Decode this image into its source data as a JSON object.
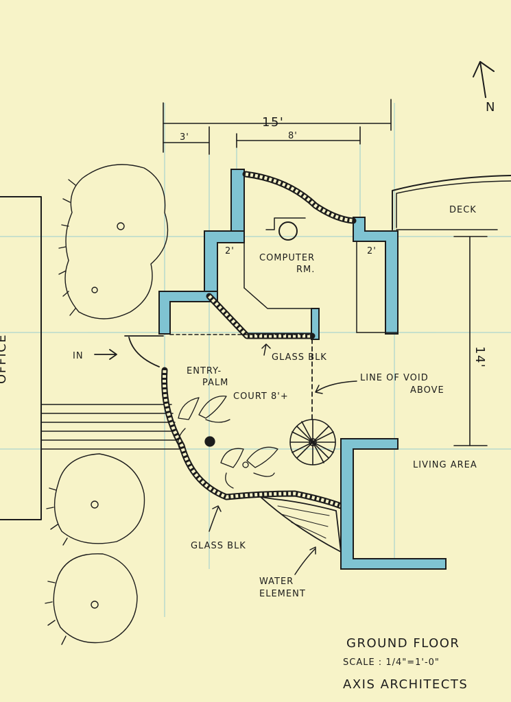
{
  "dimensions": {
    "overall": "15'",
    "left": "3'",
    "center": "8'",
    "vertical": "14'",
    "wall_left": "2'",
    "wall_right": "2'"
  },
  "rooms": {
    "computer": "COMPUTER",
    "computer_2": "RM.",
    "deck": "DECK",
    "living": "LIVING AREA",
    "office": "OFFICE",
    "entry_1": "ENTRY-",
    "entry_2": "PALM",
    "entry_3": "COURT 8'+"
  },
  "labels": {
    "in": "IN",
    "glass_top": "GLASS BLK",
    "void_1": "LINE OF VOID",
    "void_2": "ABOVE",
    "glass_bottom": "GLASS BLK",
    "water_1": "WATER",
    "water_2": "ELEMENT",
    "north": "N"
  },
  "title_block": {
    "title": "GROUND FLOOR",
    "scale": "SCALE : 1/4\"=1'-0\"",
    "firm": "AXIS ARCHITECTS"
  },
  "colors": {
    "paper": "#f7f3c8",
    "wall_fill": "#7fc3d2",
    "ink": "#1c1c1c"
  }
}
